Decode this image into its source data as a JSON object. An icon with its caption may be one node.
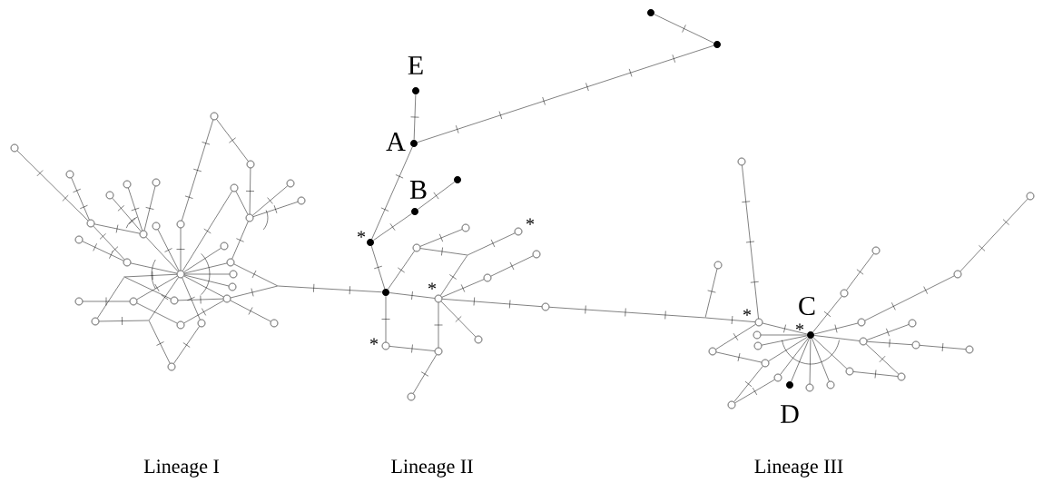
{
  "diagram": {
    "nodes": [
      {
        "text": [],
        "shape": "circle"
      },
      {
        "text": [],
        "shape": "circle"
      },
      {
        "text": [],
        "shape": "circle"
      },
      {
        "text": [],
        "shape": "circle"
      },
      {
        "text": [],
        "shape": "circle"
      },
      {
        "text": [],
        "shape": "circle"
      },
      {
        "text": [],
        "shape": "circle"
      },
      {
        "text": [],
        "shape": "circle"
      },
      {
        "text": [],
        "shape": "circle"
      },
      {
        "text": [],
        "shape": "circle"
      },
      {
        "text": [],
        "shape": "circle"
      },
      {
        "text": [],
        "shape": "circle"
      },
      {
        "text": [],
        "shape": "circle"
      },
      {
        "text": [],
        "shape": "circle"
      },
      {
        "text": [],
        "shape": "circle"
      },
      {
        "text": [],
        "shape": "circle"
      },
      {
        "text": [],
        "shape": "circle"
      },
      {
        "text": [],
        "shape": "circle"
      },
      {
        "text": [],
        "shape": "circle"
      },
      {
        "text": [],
        "shape": "circle"
      },
      {
        "text": [],
        "shape": "circle"
      },
      {
        "text": [],
        "shape": "circle"
      },
      {
        "text": [],
        "shape": "point"
      },
      {
        "text": [],
        "shape": "point"
      },
      {
        "text": [],
        "shape": "circle"
      },
      {
        "text": [],
        "shape": "circle"
      },
      {
        "text": [],
        "shape": "circle"
      },
      {
        "text": [],
        "shape": "circle"
      },
      {
        "text": [],
        "shape": "circle"
      },
      {
        "text": [],
        "shape": "point"
      },
      {
        "text": [],
        "shape": "circle"
      },
      {
        "text": [],
        "shape": "circle"
      },
      {
        "text": [],
        "shape": "circle"
      },
      {
        "text": [],
        "shape": "circle"
      },
      {
        "text": [],
        "shape": "dot"
      },
      {
        "text": [],
        "shape": "dot"
      },
      {
        "text": [],
        "shape": "dot",
        "beside": [
          "E"
        ]
      },
      {
        "text": [],
        "shape": "dot",
        "beside": [
          "A"
        ]
      },
      {
        "text": [],
        "shape": "dot"
      },
      {
        "text": [],
        "shape": "dot",
        "beside": [
          "B"
        ]
      },
      {
        "text": [],
        "shape": "dot",
        "beside": [
          "*"
        ]
      },
      {
        "text": [],
        "shape": "circle"
      },
      {
        "text": [],
        "shape": "circle",
        "beside": [
          "*"
        ]
      },
      {
        "text": [],
        "shape": "circle"
      },
      {
        "text": [],
        "shape": "circle"
      },
      {
        "text": [],
        "shape": "point"
      },
      {
        "text": [],
        "shape": "circle"
      },
      {
        "text": [],
        "shape": "dot"
      },
      {
        "text": [],
        "shape": "circle",
        "beside": [
          "*"
        ]
      },
      {
        "text": [],
        "shape": "circle"
      },
      {
        "text": [],
        "shape": "circle"
      },
      {
        "text": [],
        "shape": "circle",
        "beside": [
          "*"
        ]
      },
      {
        "text": [],
        "shape": "circle"
      },
      {
        "text": [],
        "shape": "circle"
      },
      {
        "text": [],
        "shape": "circle"
      },
      {
        "text": [],
        "shape": "circle"
      },
      {
        "text": [],
        "shape": "circle"
      },
      {
        "text": [],
        "shape": "circle"
      },
      {
        "text": [],
        "shape": "circle"
      },
      {
        "text": [],
        "shape": "circle"
      },
      {
        "text": [],
        "shape": "point"
      },
      {
        "text": [],
        "shape": "circle",
        "beside": [
          "*"
        ]
      },
      {
        "text": [],
        "shape": "circle"
      },
      {
        "text": [],
        "shape": "circle"
      },
      {
        "text": [],
        "shape": "dot",
        "beside": [
          "C",
          "*"
        ]
      },
      {
        "text": [],
        "shape": "circle"
      },
      {
        "text": [],
        "shape": "circle"
      },
      {
        "text": [],
        "shape": "circle"
      },
      {
        "text": [],
        "shape": "circle"
      },
      {
        "text": [],
        "shape": "circle"
      },
      {
        "text": [],
        "shape": "circle"
      },
      {
        "text": [],
        "shape": "circle"
      },
      {
        "text": [],
        "shape": "circle"
      },
      {
        "text": [],
        "shape": "circle"
      },
      {
        "text": [],
        "shape": "circle"
      },
      {
        "text": [],
        "shape": "dot",
        "beside": [
          "D"
        ]
      },
      {
        "text": [],
        "shape": "circle"
      },
      {
        "text": [],
        "shape": "circle"
      },
      {
        "text": [],
        "shape": "circle"
      }
    ],
    "edges": [
      {
        "from": 0,
        "to": 2,
        "arrow": "none"
      },
      {
        "from": 1,
        "to": 2,
        "arrow": "none"
      },
      {
        "from": 2,
        "to": 6,
        "arrow": "none"
      },
      {
        "from": 2,
        "to": 16,
        "arrow": "none"
      },
      {
        "from": 15,
        "to": 16,
        "arrow": "none"
      },
      {
        "from": 16,
        "to": 19,
        "arrow": "none"
      },
      {
        "from": 3,
        "to": 6,
        "arrow": "none"
      },
      {
        "from": 5,
        "to": 6,
        "arrow": "none"
      },
      {
        "from": 4,
        "to": 6,
        "arrow": "none"
      },
      {
        "from": 6,
        "to": 19,
        "arrow": "none"
      },
      {
        "from": 7,
        "to": 19,
        "arrow": "none"
      },
      {
        "from": 8,
        "to": 19,
        "arrow": "none"
      },
      {
        "from": 8,
        "to": 9,
        "arrow": "none"
      },
      {
        "from": 9,
        "to": 10,
        "arrow": "none"
      },
      {
        "from": 10,
        "to": 14,
        "arrow": "none"
      },
      {
        "from": 11,
        "to": 19,
        "arrow": "none"
      },
      {
        "from": 11,
        "to": 14,
        "arrow": "none"
      },
      {
        "from": 14,
        "to": 12,
        "arrow": "none"
      },
      {
        "from": 14,
        "to": 13,
        "arrow": "none"
      },
      {
        "from": 14,
        "to": 18,
        "arrow": "none"
      },
      {
        "from": 17,
        "to": 19,
        "arrow": "none"
      },
      {
        "from": 18,
        "to": 19,
        "arrow": "none"
      },
      {
        "from": 20,
        "to": 19,
        "arrow": "none"
      },
      {
        "from": 21,
        "to": 19,
        "arrow": "none"
      },
      {
        "from": 18,
        "to": 23,
        "arrow": "none"
      },
      {
        "from": 23,
        "to": 27,
        "arrow": "none"
      },
      {
        "from": 23,
        "to": 47,
        "arrow": "none"
      },
      {
        "from": 19,
        "to": 22,
        "arrow": "none"
      },
      {
        "from": 22,
        "to": 28,
        "arrow": "none"
      },
      {
        "from": 28,
        "to": 29,
        "arrow": "none"
      },
      {
        "from": 29,
        "to": 19,
        "arrow": "none"
      },
      {
        "from": 29,
        "to": 33,
        "arrow": "none"
      },
      {
        "from": 33,
        "to": 31,
        "arrow": "none"
      },
      {
        "from": 31,
        "to": 19,
        "arrow": "none"
      },
      {
        "from": 22,
        "to": 26,
        "arrow": "none"
      },
      {
        "from": 24,
        "to": 25,
        "arrow": "none"
      },
      {
        "from": 25,
        "to": 19,
        "arrow": "none"
      },
      {
        "from": 25,
        "to": 30,
        "arrow": "none"
      },
      {
        "from": 30,
        "to": 27,
        "arrow": "none"
      },
      {
        "from": 26,
        "to": 27,
        "arrow": "none"
      },
      {
        "from": 27,
        "to": 32,
        "arrow": "none"
      },
      {
        "from": 19,
        "to": 27,
        "arrow": "none"
      },
      {
        "from": 37,
        "to": 36,
        "arrow": "none"
      },
      {
        "from": 37,
        "to": 35,
        "arrow": "none"
      },
      {
        "from": 35,
        "to": 34,
        "arrow": "none"
      },
      {
        "from": 37,
        "to": 40,
        "arrow": "none"
      },
      {
        "from": 40,
        "to": 39,
        "arrow": "none"
      },
      {
        "from": 39,
        "to": 38,
        "arrow": "none"
      },
      {
        "from": 40,
        "to": 47,
        "arrow": "none"
      },
      {
        "from": 47,
        "to": 43,
        "arrow": "none"
      },
      {
        "from": 43,
        "to": 41,
        "arrow": "none"
      },
      {
        "from": 43,
        "to": 45,
        "arrow": "none"
      },
      {
        "from": 45,
        "to": 42,
        "arrow": "none"
      },
      {
        "from": 45,
        "to": 48,
        "arrow": "none"
      },
      {
        "from": 48,
        "to": 46,
        "arrow": "none"
      },
      {
        "from": 46,
        "to": 44,
        "arrow": "none"
      },
      {
        "from": 47,
        "to": 48,
        "arrow": "none"
      },
      {
        "from": 48,
        "to": 49,
        "arrow": "none"
      },
      {
        "from": 48,
        "to": 50,
        "arrow": "none"
      },
      {
        "from": 48,
        "to": 52,
        "arrow": "none"
      },
      {
        "from": 47,
        "to": 51,
        "arrow": "none"
      },
      {
        "from": 51,
        "to": 52,
        "arrow": "none"
      },
      {
        "from": 52,
        "to": 53,
        "arrow": "none"
      },
      {
        "from": 49,
        "to": 60,
        "arrow": "none"
      },
      {
        "from": 60,
        "to": 57,
        "arrow": "none"
      },
      {
        "from": 60,
        "to": 61,
        "arrow": "none"
      },
      {
        "from": 54,
        "to": 61,
        "arrow": "none"
      },
      {
        "from": 61,
        "to": 64,
        "arrow": "none"
      },
      {
        "from": 61,
        "to": 70,
        "arrow": "none"
      },
      {
        "from": 70,
        "to": 71,
        "arrow": "none"
      },
      {
        "from": 71,
        "to": 78,
        "arrow": "none"
      },
      {
        "from": 71,
        "to": 64,
        "arrow": "none"
      },
      {
        "from": 65,
        "to": 64,
        "arrow": "none"
      },
      {
        "from": 68,
        "to": 64,
        "arrow": "none"
      },
      {
        "from": 74,
        "to": 64,
        "arrow": "none"
      },
      {
        "from": 74,
        "to": 78,
        "arrow": "none"
      },
      {
        "from": 75,
        "to": 64,
        "arrow": "none"
      },
      {
        "from": 77,
        "to": 64,
        "arrow": "none"
      },
      {
        "from": 76,
        "to": 64,
        "arrow": "none"
      },
      {
        "from": 72,
        "to": 64,
        "arrow": "none"
      },
      {
        "from": 72,
        "to": 73,
        "arrow": "none"
      },
      {
        "from": 66,
        "to": 64,
        "arrow": "none"
      },
      {
        "from": 66,
        "to": 73,
        "arrow": "none"
      },
      {
        "from": 66,
        "to": 63,
        "arrow": "none"
      },
      {
        "from": 66,
        "to": 67,
        "arrow": "none"
      },
      {
        "from": 67,
        "to": 69,
        "arrow": "none"
      },
      {
        "from": 62,
        "to": 64,
        "arrow": "none"
      },
      {
        "from": 62,
        "to": 58,
        "arrow": "none"
      },
      {
        "from": 58,
        "to": 55,
        "arrow": "none"
      },
      {
        "from": 59,
        "to": 64,
        "arrow": "none"
      },
      {
        "from": 59,
        "to": 56,
        "arrow": "none"
      }
    ],
    "labels": [
      "Lineage I",
      "Lineage II",
      "Lineage III"
    ]
  }
}
